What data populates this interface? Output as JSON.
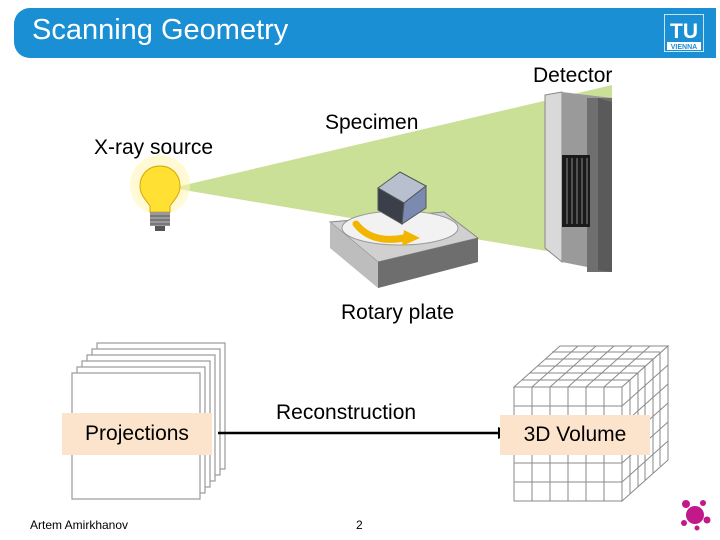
{
  "header": {
    "title": "Scanning Geometry"
  },
  "logo": {
    "lines": [
      "TU",
      "VIENNA"
    ]
  },
  "labels": {
    "detector": "Detector",
    "specimen": "Specimen",
    "source": "X-ray source",
    "rotary": "Rotary plate",
    "reconstruction": "Reconstruction",
    "projections": "Projections",
    "volume": "3D Volume"
  },
  "footer": {
    "author": "Artem Amirkhanov",
    "page": "2"
  },
  "colors": {
    "title_bar": "#1b8fd3",
    "beam": "#c5dd8c",
    "label_box": "#fbe3cc"
  },
  "icons": [
    "light-bulb-icon",
    "specimen-cube-icon",
    "rotary-arrow-icon",
    "splash-logo-icon"
  ]
}
